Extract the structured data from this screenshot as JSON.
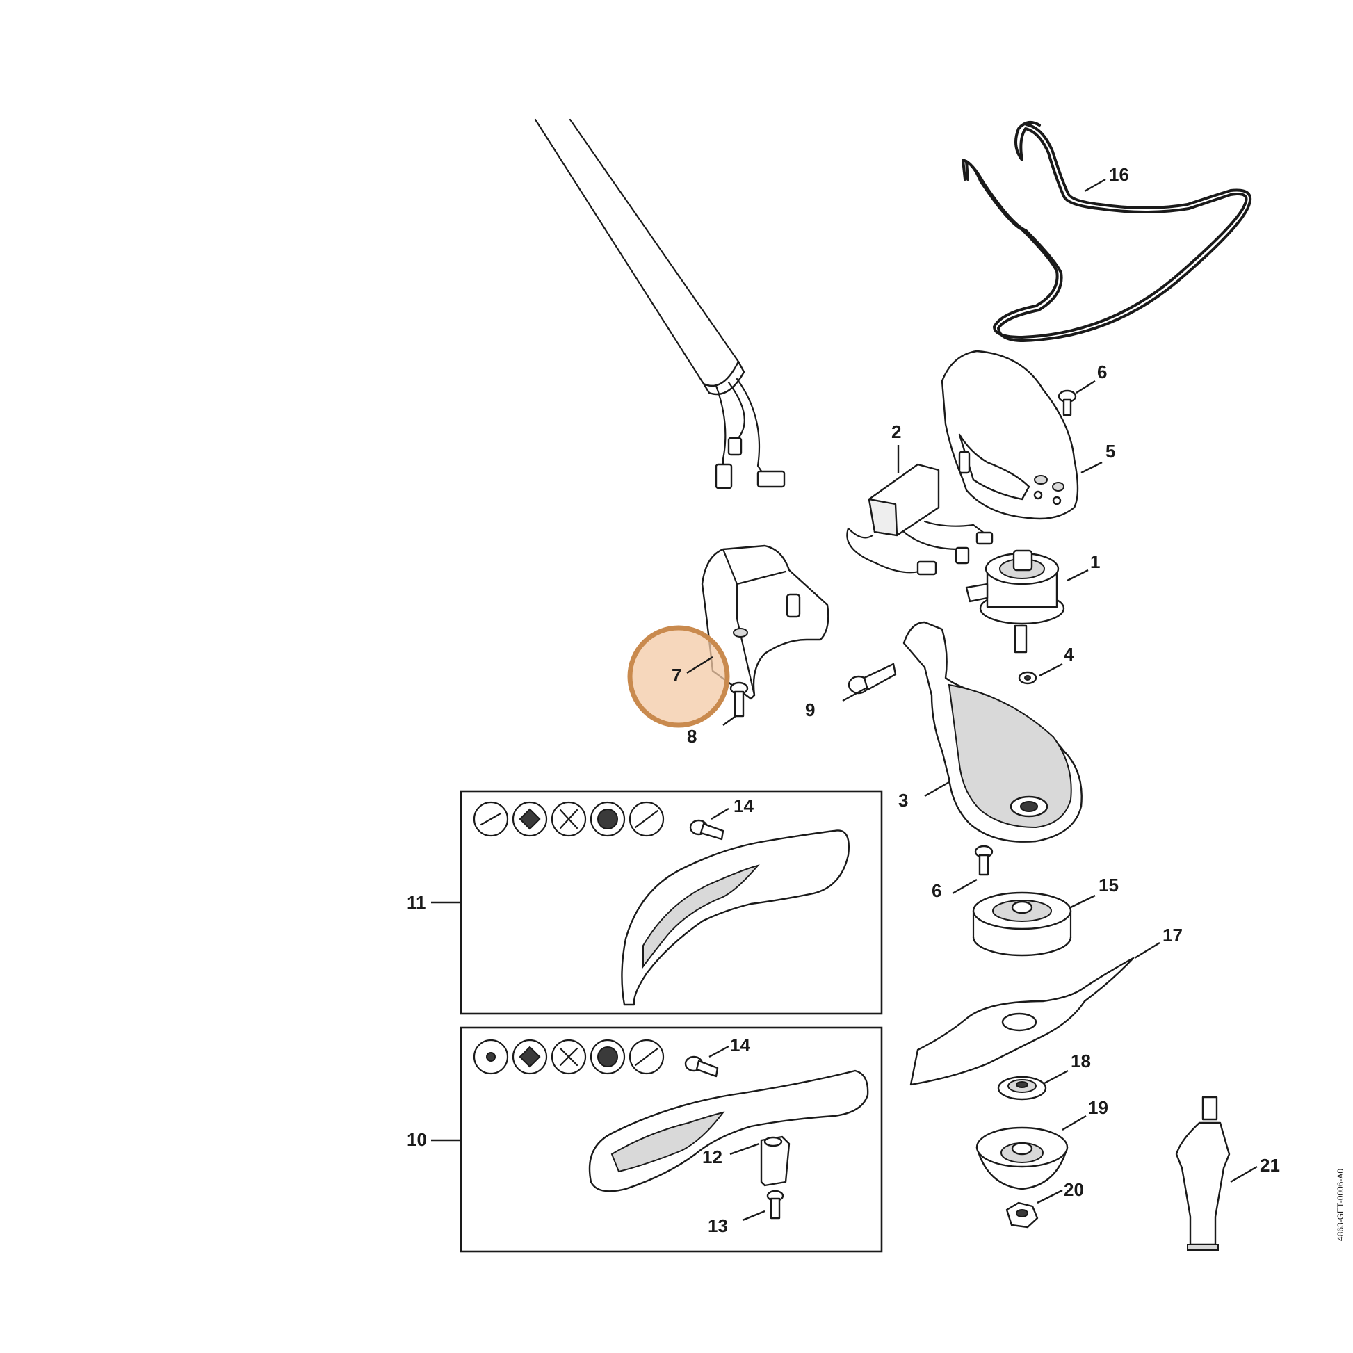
{
  "part_labels": {
    "p1": "1",
    "p2": "2",
    "p3": "3",
    "p4": "4",
    "p5": "5",
    "p6a": "6",
    "p6b": "6",
    "p7": "7",
    "p8": "8",
    "p9": "9",
    "p10": "10",
    "p11": "11",
    "p12": "12",
    "p13": "13",
    "p14a": "14",
    "p14b": "14",
    "p15": "15",
    "p16": "16",
    "p17": "17",
    "p18": "18",
    "p19": "19",
    "p20": "20",
    "p21": "21"
  },
  "drawing_code": "4863-GET-0006-A0",
  "highlight": {
    "part": "7",
    "color": "#c98a4e",
    "fill": "#f3c9a6"
  },
  "tool_icons": {
    "box_11": [
      "grass-blade-icon",
      "brush-knife-icon",
      "trimmer-head-icon",
      "circular-saw-icon",
      "shredder-blade-icon"
    ],
    "box_10": [
      "trimmer-line-icon",
      "cross-blade-icon",
      "propeller-blade-icon",
      "circular-saw-icon",
      "shredder-blade-icon"
    ]
  }
}
